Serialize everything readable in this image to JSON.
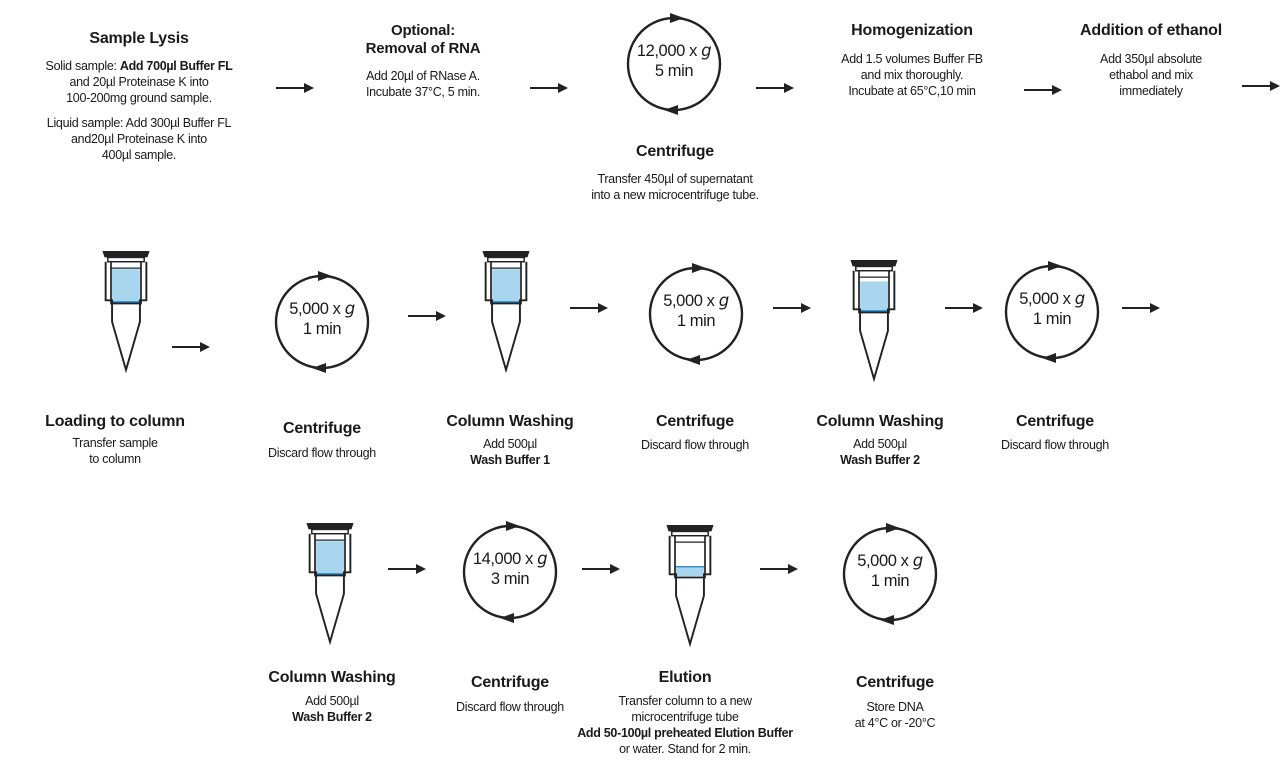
{
  "sample_lysis": {
    "title": "Sample Lysis",
    "solid_prefix": "Solid sample: ",
    "solid_bold1": "Add 700µl Buffer FL",
    "solid_line2": "and 20µl Proteinase K into",
    "solid_line3": "100-200mg ground sample.",
    "liquid_line1": "Liquid sample: Add 300µl Buffer FL",
    "liquid_line2": "and20µl Proteinase K into",
    "liquid_line3": "400µl sample."
  },
  "rna_removal": {
    "title1": "Optional:",
    "title2": "Removal of RNA",
    "line1": "Add 20µl of RNase A.",
    "line2": "Incubate 37°C, 5 min."
  },
  "centrifuge_1": {
    "speed": "12,000 x ",
    "time": "5 min",
    "title": "Centrifuge",
    "line1": "Transfer 450µl of supernatant",
    "line2": "into a new microcentrifuge tube."
  },
  "homogenization": {
    "title": "Homogenization",
    "line1": "Add 1.5 volumes  Buffer FB",
    "line2": "and mix thoroughly.",
    "line3": "Incubate at 65°C,10 min"
  },
  "ethanol": {
    "title": "Addition of ethanol",
    "line1": "Add 350µl absolute",
    "line2": "ethabol and mix",
    "line3": "immediately"
  },
  "loading": {
    "title": "Loading to column",
    "line1": "Transfer sample",
    "line2": "to column"
  },
  "centrifuge_2": {
    "speed": "5,000 x ",
    "time": "1 min",
    "title": "Centrifuge",
    "line1": "Discard flow through"
  },
  "wash_1": {
    "title": "Column Washing",
    "line1": "Add 500µl",
    "line2": "Wash Buffer 1"
  },
  "centrifuge_3": {
    "speed": "5,000 x ",
    "time": "1 min",
    "title": "Centrifuge",
    "line1": "Discard flow through"
  },
  "wash_2": {
    "title": "Column Washing",
    "line1": "Add 500µl",
    "line2": "Wash Buffer 2"
  },
  "centrifuge_4": {
    "speed": "5,000 x ",
    "time": "1 min",
    "title": "Centrifuge",
    "line1": "Discard flow through"
  },
  "wash_3": {
    "title": "Column Washing",
    "line1": "Add 500µl",
    "line2": "Wash Buffer 2"
  },
  "centrifuge_5": {
    "speed": "14,000 x ",
    "time": "3 min",
    "title": "Centrifuge",
    "line1": "Discard flow through"
  },
  "elution": {
    "title": "Elution",
    "line1": "Transfer column to a new",
    "line2": "microcentrifuge tube",
    "line3": "Add 50-100µl preheated Elution Buffer",
    "line4": "or water. Stand for 2 min."
  },
  "centrifuge_6": {
    "speed": "5,000 x ",
    "time": "1 min",
    "title": "Centrifuge",
    "line1": "Store DNA",
    "line2": "at 4°C or -20°C"
  },
  "g_symbol": "g",
  "colors": {
    "liquid": "#a9d6ef",
    "liquid_line": "#1b7fc4",
    "stroke": "#222222"
  }
}
